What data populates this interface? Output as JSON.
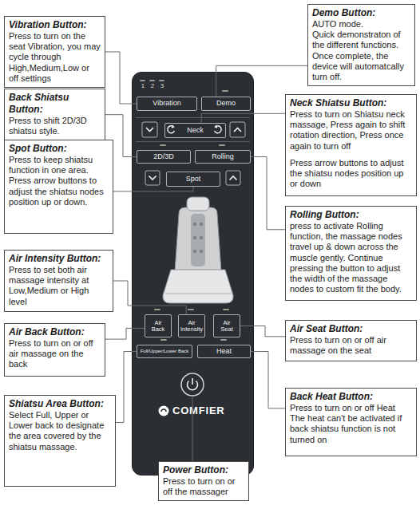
{
  "diagram": {
    "nodes": [
      {
        "text": [
          "Vibration Button:",
          "Press to turn on the seat Vibration, you may cycle through High,Medium,Low or off settings"
        ]
      },
      {
        "text": [
          "Demo Button:",
          "AUTO mode.",
          "Quick demonstraton of the different functions. Once complete, the device will automatcally turn off."
        ]
      },
      {
        "text": [
          "Back Shiatsu Button:",
          "Press to shift 2D/3D shiatsu style."
        ]
      },
      {
        "text": [
          "Neck Shiatsu Button:",
          "Press to turn on Shiatsu neck massage, Press again to shift rotation direction, Press once again to turn off",
          "Press arrow buttons to adjust the shiatsu nodes position up or down"
        ]
      },
      {
        "text": [
          "Spot Button:",
          "Press to keep shiatsu function in one area. Press arrow buttons to adjust the shiatsu nodes position up or down."
        ]
      },
      {
        "text": [
          "Rolling Button:",
          "press to activate Rolling function, the massage nodes travel up & down across the muscle gently. Continue pressing the button to adjust the width of the massage nodes to custom fit the body."
        ]
      },
      {
        "text": [
          "Air Intensity Button:",
          "Press to set both air massage intensity at Low,Medium or High level"
        ]
      },
      {
        "text": [
          "Air Back Button:",
          "Press to turn on or off air massage on the back"
        ]
      },
      {
        "text": [
          "Air Seat Button:",
          "Press to turn on or off air massage on the seat"
        ]
      },
      {
        "text": [
          "Shiatsu Area Button:",
          "Select Full, Upper or Lower back to designate the area covered by the shiatsu massage."
        ]
      },
      {
        "text": [
          "Back Heat Button:",
          "Press to turn on or off Heat",
          "The heat can't be activated if back shiatsu function is not turned on"
        ]
      },
      {
        "text": [
          "Power Button:",
          "Press to turn on or off the massager"
        ]
      },
      {
        "text": [
          "COMFIER"
        ]
      },
      {
        "text": [
          "Vibration"
        ],
        "in": 12
      },
      {
        "text": [
          "Demo"
        ],
        "in": 12
      },
      {
        "text": [
          "Neck"
        ],
        "in": 12
      },
      {
        "text": [
          "2D/3D"
        ],
        "in": 12
      },
      {
        "text": [
          "Rolling"
        ],
        "in": 12
      },
      {
        "text": [
          "Spot"
        ],
        "in": 12
      },
      {
        "text": [
          "Air Back"
        ],
        "in": 12
      },
      {
        "text": [
          "Air Intensity"
        ],
        "in": 12
      },
      {
        "text": [
          "Air Seat"
        ],
        "in": 12
      },
      {
        "text": [
          "Full/Upper/Lower Back"
        ],
        "in": 12
      },
      {
        "text": [
          "Heat"
        ],
        "in": 12
      }
    ],
    "edges": [
      {
        "from": 0,
        "to": 13,
        "arrow": "none"
      },
      {
        "from": 1,
        "to": 14,
        "arrow": "none"
      },
      {
        "from": 2,
        "to": 16,
        "arrow": "none"
      },
      {
        "from": 3,
        "to": 15,
        "arrow": "none"
      },
      {
        "from": 4,
        "to": 18,
        "arrow": "none"
      },
      {
        "from": 5,
        "to": 17,
        "arrow": "none"
      },
      {
        "from": 6,
        "to": 20,
        "arrow": "none"
      },
      {
        "from": 7,
        "to": 19,
        "arrow": "none"
      },
      {
        "from": 8,
        "to": 21,
        "arrow": "none"
      },
      {
        "from": 9,
        "to": 22,
        "arrow": "none"
      },
      {
        "from": 10,
        "to": 23,
        "arrow": "none"
      }
    ],
    "labels": [
      "1",
      "2",
      "3"
    ]
  }
}
